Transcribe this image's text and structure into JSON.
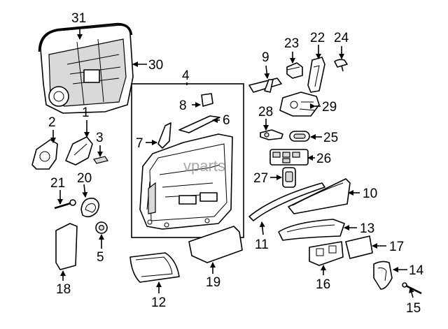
{
  "watermark": "vparts",
  "callouts": [
    "1",
    "2",
    "3",
    "4",
    "5",
    "6",
    "7",
    "8",
    "9",
    "10",
    "11",
    "12",
    "13",
    "14",
    "15",
    "16",
    "17",
    "18",
    "19",
    "20",
    "21",
    "22",
    "23",
    "24",
    "25",
    "26",
    "27",
    "28",
    "29",
    "30",
    "31"
  ]
}
